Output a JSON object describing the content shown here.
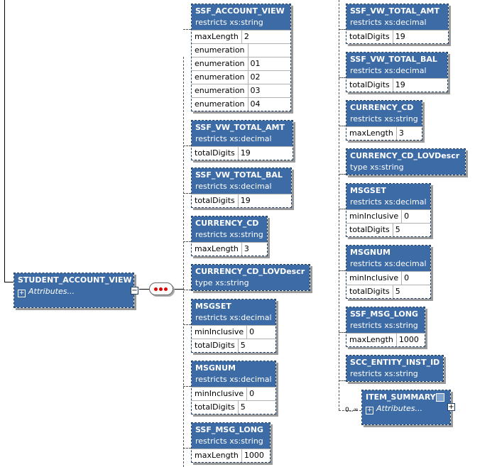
{
  "root": {
    "name": "STUDENT_ACCOUNT_VIEW",
    "attributes_label": "Attributes..."
  },
  "left_elements": [
    {
      "name": "SSF_ACCOUNT_VIEW",
      "sub": "restricts xs:string",
      "facets": [
        [
          "maxLength",
          "2"
        ],
        [
          "enumeration",
          ""
        ],
        [
          "enumeration",
          "01"
        ],
        [
          "enumeration",
          "02"
        ],
        [
          "enumeration",
          "03"
        ],
        [
          "enumeration",
          "04"
        ]
      ]
    },
    {
      "name": "SSF_VW_TOTAL_AMT",
      "sub": "restricts xs:decimal",
      "facets": [
        [
          "totalDigits",
          "19"
        ]
      ]
    },
    {
      "name": "SSF_VW_TOTAL_BAL",
      "sub": "restricts xs:decimal",
      "facets": [
        [
          "totalDigits",
          "19"
        ]
      ]
    },
    {
      "name": "CURRENCY_CD",
      "sub": "restricts xs:string",
      "facets": [
        [
          "maxLength",
          "3"
        ]
      ]
    },
    {
      "name": "CURRENCY_CD_LOVDescr",
      "sub": "type xs:string",
      "facets": []
    },
    {
      "name": "MSGSET",
      "sub": "restricts xs:decimal",
      "facets": [
        [
          "minInclusive",
          "0"
        ],
        [
          "totalDigits",
          "5"
        ]
      ]
    },
    {
      "name": "MSGNUM",
      "sub": "restricts xs:decimal",
      "facets": [
        [
          "minInclusive",
          "0"
        ],
        [
          "totalDigits",
          "5"
        ]
      ]
    },
    {
      "name": "SSF_MSG_LONG",
      "sub": "restricts xs:string",
      "facets": [
        [
          "maxLength",
          "1000"
        ]
      ]
    }
  ],
  "right_elements": [
    {
      "name": "SSF_VW_TOTAL_AMT",
      "sub": "restricts xs:decimal",
      "facets": [
        [
          "totalDigits",
          "19"
        ]
      ]
    },
    {
      "name": "SSF_VW_TOTAL_BAL",
      "sub": "restricts xs:decimal",
      "facets": [
        [
          "totalDigits",
          "19"
        ]
      ]
    },
    {
      "name": "CURRENCY_CD",
      "sub": "restricts xs:string",
      "facets": [
        [
          "maxLength",
          "3"
        ]
      ]
    },
    {
      "name": "CURRENCY_CD_LOVDescr",
      "sub": "type xs:string",
      "facets": []
    },
    {
      "name": "MSGSET",
      "sub": "restricts xs:decimal",
      "facets": [
        [
          "minInclusive",
          "0"
        ],
        [
          "totalDigits",
          "5"
        ]
      ]
    },
    {
      "name": "MSGNUM",
      "sub": "restricts xs:decimal",
      "facets": [
        [
          "minInclusive",
          "0"
        ],
        [
          "totalDigits",
          "5"
        ]
      ]
    },
    {
      "name": "SSF_MSG_LONG",
      "sub": "restricts xs:string",
      "facets": [
        [
          "maxLength",
          "1000"
        ]
      ]
    },
    {
      "name": "SCC_ENTITY_INST_ID",
      "sub": "restricts xs:string",
      "facets": []
    }
  ],
  "item_summary": {
    "name": "ITEM_SUMMARY",
    "attributes_label": "Attributes...",
    "cardinality": "0..∞"
  },
  "colors": {
    "header": "#3d6ba5",
    "border": "#1f3f66",
    "seq_dot": "#dd0000"
  }
}
